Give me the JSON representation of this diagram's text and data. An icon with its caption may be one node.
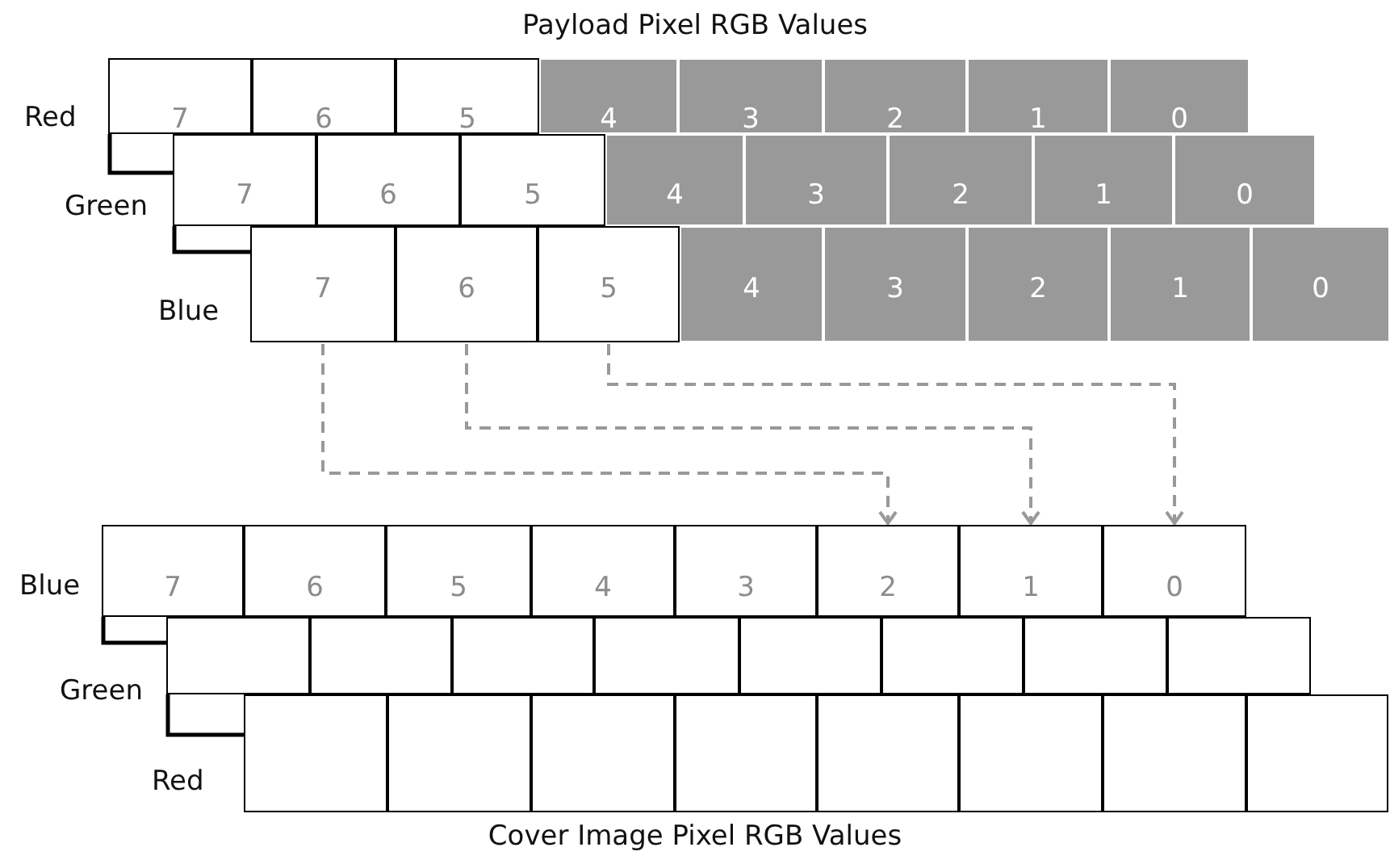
{
  "diagram": {
    "title": "Payload Pixel RGB Values",
    "caption": "Cover Image Pixel RGB Values",
    "nodes": [
      {
        "text": [
          "7"
        ]
      },
      {
        "text": [
          "6"
        ]
      },
      {
        "text": [
          "5"
        ]
      },
      {
        "text": [
          "4"
        ]
      },
      {
        "text": [
          "3"
        ]
      },
      {
        "text": [
          "2"
        ]
      },
      {
        "text": [
          "1"
        ]
      },
      {
        "text": [
          "0"
        ]
      },
      {
        "text": [
          "7"
        ]
      },
      {
        "text": [
          "6"
        ]
      },
      {
        "text": [
          "5"
        ]
      },
      {
        "text": [
          "4"
        ]
      },
      {
        "text": [
          "3"
        ]
      },
      {
        "text": [
          "2"
        ]
      },
      {
        "text": [
          "1"
        ]
      },
      {
        "text": [
          "0"
        ]
      },
      {
        "text": [
          "7"
        ]
      },
      {
        "text": [
          "6"
        ]
      },
      {
        "text": [
          "5"
        ]
      },
      {
        "text": [
          "4"
        ]
      },
      {
        "text": [
          "3"
        ]
      },
      {
        "text": [
          "2"
        ]
      },
      {
        "text": [
          "1"
        ]
      },
      {
        "text": [
          "0"
        ]
      },
      {
        "text": [
          "7"
        ]
      },
      {
        "text": [
          "6"
        ]
      },
      {
        "text": [
          "5"
        ]
      },
      {
        "text": [
          "4"
        ]
      },
      {
        "text": [
          "3"
        ]
      },
      {
        "text": [
          "2"
        ]
      },
      {
        "text": [
          "1"
        ]
      },
      {
        "text": [
          "0"
        ]
      },
      {
        "text": [],
        "shape": "box"
      },
      {
        "text": [],
        "shape": "box"
      },
      {
        "text": [],
        "shape": "box"
      },
      {
        "text": [],
        "shape": "box"
      },
      {
        "text": [],
        "shape": "box"
      },
      {
        "text": [],
        "shape": "box"
      },
      {
        "text": [],
        "shape": "box"
      },
      {
        "text": [],
        "shape": "box"
      },
      {
        "text": [],
        "shape": "box"
      },
      {
        "text": [],
        "shape": "box"
      },
      {
        "text": [],
        "shape": "box"
      },
      {
        "text": [],
        "shape": "box"
      },
      {
        "text": [],
        "shape": "box"
      },
      {
        "text": [],
        "shape": "box"
      },
      {
        "text": [],
        "shape": "box"
      },
      {
        "text": [],
        "shape": "box"
      }
    ],
    "edges": [
      {
        "from": 16,
        "to": 29,
        "arrow": "to",
        "style": "dashed"
      },
      {
        "from": 17,
        "to": 30,
        "arrow": "to",
        "style": "dashed"
      },
      {
        "from": 18,
        "to": 31,
        "arrow": "to",
        "style": "dashed"
      }
    ],
    "labels": [
      "Red",
      "Green",
      "Blue",
      "Blue",
      "Green",
      "Red"
    ]
  }
}
